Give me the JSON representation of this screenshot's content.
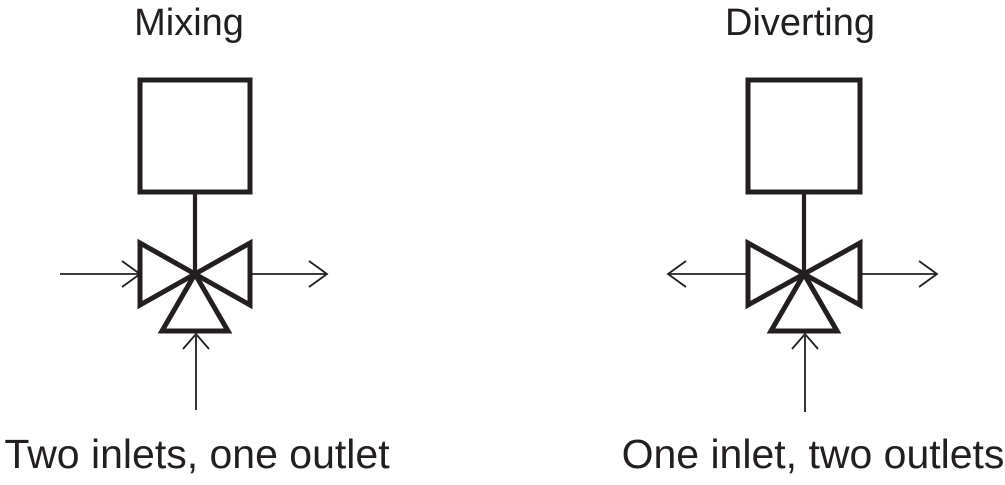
{
  "colors": {
    "ink": "#231f20",
    "background": "#ffffff"
  },
  "diagrams": {
    "mixing": {
      "title": "Mixing",
      "caption": "Two inlets, one outlet",
      "arrows": {
        "left": "inlet-arrow-pointing-right",
        "right": "outlet-arrow-pointing-right",
        "bottom": "inlet-arrow-pointing-up"
      }
    },
    "diverting": {
      "title": "Diverting",
      "caption": "One inlet, two outlets",
      "arrows": {
        "left": "outlet-arrow-pointing-left",
        "right": "outlet-arrow-pointing-right",
        "bottom": "inlet-arrow-pointing-up"
      }
    }
  }
}
